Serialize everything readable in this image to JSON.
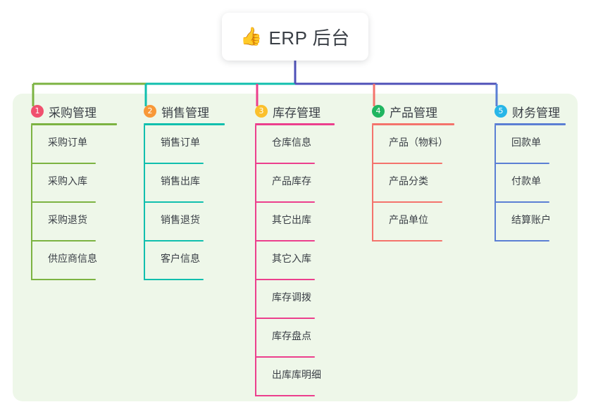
{
  "root": {
    "icon": "thumbs-up-emoji",
    "emoji": "👍",
    "title": "ERP 后台"
  },
  "palette": {
    "panel_bg": "#eef7e9",
    "page_bg": "#ffffff",
    "stem": "#4f51b8",
    "text": "#3a3f46",
    "col1_line": "#7cb342",
    "col2_line": "#11bfae",
    "col3_line": "#ec3f8d",
    "col4_line": "#f4736c",
    "col5_line": "#5b7fd4",
    "badge1": "#f0506e",
    "badge2": "#f89838",
    "badge3": "#fbc02d",
    "badge4": "#20b560",
    "badge5": "#27b6e8"
  },
  "columns": [
    {
      "index": "1",
      "badge_color": "#f0506e",
      "line_color": "#7cb342",
      "title": "采购管理",
      "items": [
        {
          "label": "采购订单"
        },
        {
          "label": "采购入库"
        },
        {
          "label": "采购退货"
        },
        {
          "label": "供应商信息"
        }
      ]
    },
    {
      "index": "2",
      "badge_color": "#f89838",
      "line_color": "#11bfae",
      "title": "销售管理",
      "items": [
        {
          "label": "销售订单"
        },
        {
          "label": "销售出库"
        },
        {
          "label": "销售退货"
        },
        {
          "label": "客户信息"
        }
      ]
    },
    {
      "index": "3",
      "badge_color": "#fbc02d",
      "line_color": "#ec3f8d",
      "title": "库存管理",
      "items": [
        {
          "label": "仓库信息"
        },
        {
          "label": "产品库存"
        },
        {
          "label": "其它出库"
        },
        {
          "label": "其它入库"
        },
        {
          "label": "库存调拨"
        },
        {
          "label": "库存盘点"
        },
        {
          "label": "出库库明细"
        }
      ]
    },
    {
      "index": "4",
      "badge_color": "#20b560",
      "line_color": "#f4736c",
      "title": "产品管理",
      "items": [
        {
          "label": "产品（物料）"
        },
        {
          "label": "产品分类"
        },
        {
          "label": "产品单位"
        }
      ]
    },
    {
      "index": "5",
      "badge_color": "#27b6e8",
      "line_color": "#5b7fd4",
      "title": "财务管理",
      "items": [
        {
          "label": "回款单"
        },
        {
          "label": "付款单"
        },
        {
          "label": "结算账户"
        }
      ]
    }
  ]
}
